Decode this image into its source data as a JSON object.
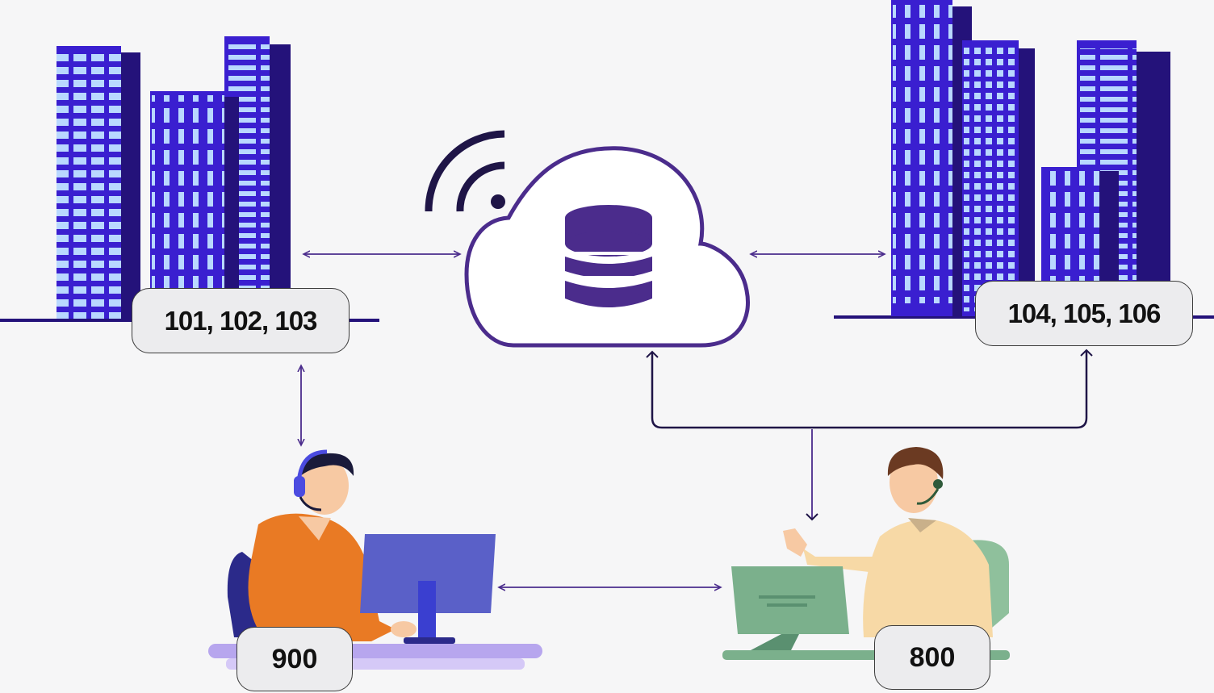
{
  "labels": {
    "left_buildings": "101, 102, 103",
    "right_buildings": "104, 105, 106",
    "left_agent": "900",
    "right_agent": "800"
  },
  "icons": {
    "center": "cloud-database-icon",
    "wifi": "wifi-signal-icon",
    "left_buildings": "buildings-icon",
    "right_buildings": "buildings-icon",
    "left_agent": "call-center-agent-icon",
    "right_agent": "call-center-agent-icon"
  },
  "colors": {
    "building": "#3a1fd0",
    "building_dark": "#24127a",
    "window": "#b9d8ff",
    "cloud": "#4b2c8c",
    "database": "#4b2c8c",
    "arrow": "#4b2c8c",
    "tag_bg": "#ececee",
    "agent_left_shirt": "#e97a24",
    "agent_right_shirt": "#f7d9a6",
    "monitor_left": "#5a60c8",
    "monitor_right": "#7bb08c"
  }
}
